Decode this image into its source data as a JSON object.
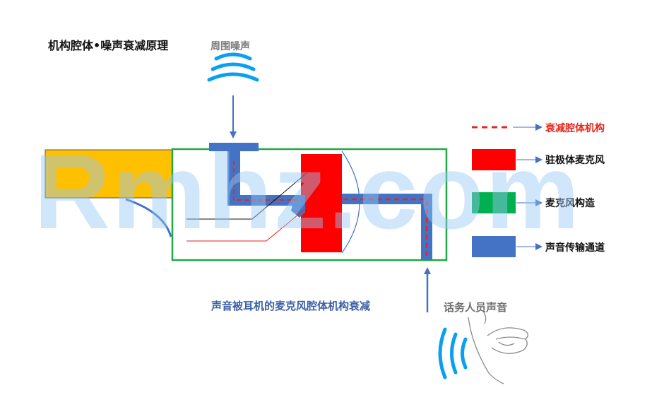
{
  "title": "机构腔体•噪声衰减原理",
  "ambient_noise_label": "周围噪声",
  "caption": "声音被耳机的麦克风腔体机构衰减",
  "talker_label": "话务人员声音",
  "watermark": "Rmhz.com",
  "legend": [
    {
      "label": "衰减腔体机构",
      "color": "#e8261c",
      "icon": "red-dashed-line-icon"
    },
    {
      "label": "驻极体麦克风",
      "color": "#ff0000",
      "icon": "red-square-swatch"
    },
    {
      "label": "麦克风构造",
      "color": "#00b050",
      "icon": "green-square-swatch"
    },
    {
      "label": "声音传输通道",
      "color": "#4472c4",
      "icon": "blue-square-swatch"
    }
  ],
  "colors": {
    "channel_blue": "#4472c4",
    "microphone_red": "#ff0000",
    "housing_green": "#22a846",
    "earpiece_yellow": "#ffc000",
    "sound_wave_blue": "#0aa0ef",
    "attenuation_dash_red": "#e8261c"
  }
}
